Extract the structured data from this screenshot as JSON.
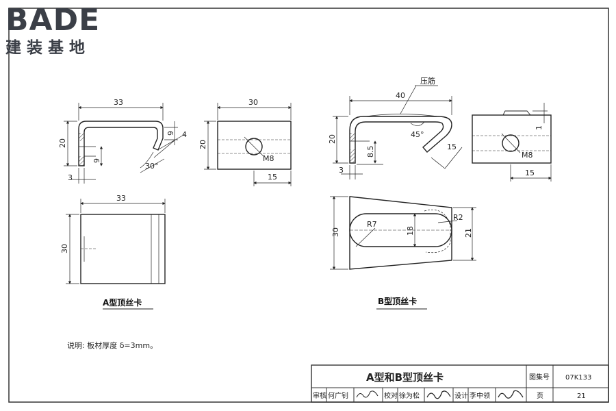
{
  "logo": {
    "brand": "BADE",
    "subtitle": "建装基地"
  },
  "view_a": {
    "front": {
      "dim_width": "33",
      "dim_height": "20",
      "dim_hook_drop": "9",
      "dim_slot": "9",
      "dim_tip": "4",
      "dim_thickness": "3",
      "angle": "30°"
    },
    "side": {
      "dim_width": "30",
      "dim_height": "20",
      "bolt": "M8",
      "dim_hole_offset": "15"
    },
    "plan": {
      "dim_width": "33",
      "dim_height": "30"
    },
    "caption": "A型顶丝卡"
  },
  "view_b": {
    "front": {
      "press_rib": "压筋",
      "dim_width": "40",
      "dim_height": "20",
      "dim_slot": "8.5",
      "dim_tip": "15",
      "dim_thickness": "3",
      "angle": "45°"
    },
    "side": {
      "dim_top": "1",
      "bolt": "M8",
      "dim_hole_offset": "15"
    },
    "plan": {
      "dim_height": "30",
      "dim_slot_len": "18",
      "dim_right_height": "21",
      "radius_left": "R7",
      "radius_right": "R2"
    },
    "caption": "B型顶丝卡"
  },
  "note": "说明: 板材厚度 δ=3mm。",
  "title_block": {
    "title": "A型和B型顶丝卡",
    "atlas_label": "图集号",
    "atlas_no": "07K133",
    "page_label": "页",
    "page_no": "21",
    "roles": [
      {
        "role": "审核",
        "name": "何广钊"
      },
      {
        "role": "校对",
        "name": "徐为松"
      },
      {
        "role": "设计",
        "name": "李中领"
      }
    ]
  }
}
